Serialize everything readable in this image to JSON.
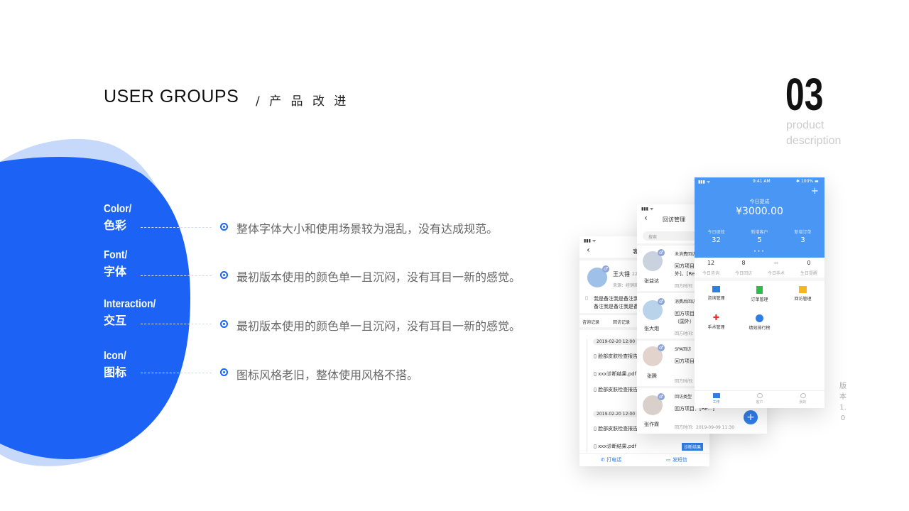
{
  "header": {
    "title": "USER GROUPS",
    "subtitle": "/ 产 品 改 进",
    "number": "03",
    "tag_line1": "product",
    "tag_line2": "description"
  },
  "colors": {
    "accent": "#1c63f5",
    "accent_light": "#c7d9fb",
    "app_blue": "#4a96f5"
  },
  "categories": [
    {
      "en": "Color/",
      "zh": "色彩",
      "desc": "整体字体大小和使用场景较为混乱，没有达成规范。"
    },
    {
      "en": "Font/",
      "zh": "字体",
      "desc": "最初版本使用的颜色单一且沉闷，没有耳目一新的感觉。"
    },
    {
      "en": "Interaction/",
      "zh": "交互",
      "desc": "最初版本使用的颜色单一且沉闷，没有耳目一新的感觉。"
    },
    {
      "en": "Icon/",
      "zh": "图标",
      "desc": "图标风格老旧，整体使用风格不搭。"
    }
  ],
  "version": [
    "版",
    "本",
    "1.",
    "0"
  ],
  "phone1": {
    "title": "客",
    "name": "王大锤",
    "age": "22",
    "source": "来源：经销商",
    "note1": "我是备注我是备注我",
    "note2": "备注我是备注我是备",
    "tabs": [
      "咨询记录",
      "回访记录"
    ],
    "groups": [
      {
        "date": "2019-02-20 12:00",
        "items": [
          "脸部皮肤检查报告",
          "xxx诊断结果.pdf",
          "脸部皮肤检查报告"
        ]
      },
      {
        "date": "2019-02-20 12:00",
        "items": [
          "脸部皮肤检查报告",
          "xxx诊断结果.pdf"
        ]
      }
    ],
    "diag_button": "诊断结果",
    "call": "打电话",
    "sms": "发短信"
  },
  "phone2": {
    "title": "回访管理",
    "search_placeholder": "搜索",
    "cards": [
      {
        "name": "张益达",
        "type": "未消费回访",
        "l1": "回方项目",
        "l2": "外]、[Re",
        "time": "回方时间："
      },
      {
        "name": "张大炮",
        "type": "消费后回访",
        "l1": "回方项目",
        "l2": "（国外）",
        "time": "回方时间："
      },
      {
        "name": "张腾",
        "type": "SPA回访",
        "l1": "回方项目",
        "l2": "",
        "time": "回方时间："
      },
      {
        "name": "张作霖",
        "type": "回访类型",
        "l1": "回方项目：[Re...]",
        "l2": "",
        "time": "回方时间：2019-09-09 11:30"
      }
    ],
    "fab": "+"
  },
  "phone3": {
    "status_time": "9:41 AM",
    "battery": "100%",
    "today_label": "今日提成",
    "today_amount": "¥3000.00",
    "stats": [
      {
        "label": "今日绩效",
        "value": "32"
      },
      {
        "label": "新增客户",
        "value": "5"
      },
      {
        "label": "新增订单",
        "value": "3"
      }
    ],
    "counts": [
      {
        "value": "12",
        "label": "今日咨询"
      },
      {
        "value": "8",
        "label": "今日回访"
      },
      {
        "value": "--",
        "label": "今日手术"
      },
      {
        "value": "0",
        "label": "生日提醒"
      }
    ],
    "grid": [
      {
        "label": "咨询管理",
        "icon": "chat-icon",
        "color": "#2f7ee8"
      },
      {
        "label": "订单管理",
        "icon": "document-icon",
        "color": "#2dbb4c"
      },
      {
        "label": "回访管理",
        "icon": "calendar-icon",
        "color": "#f5b622"
      },
      {
        "label": "手术管理",
        "icon": "medical-cross-icon",
        "color": "#ee2b2b"
      },
      {
        "label": "绩效排行榜",
        "icon": "pie-chart-icon",
        "color": "#2f7ee8"
      }
    ],
    "nav": [
      "工作",
      "客户",
      "我的"
    ]
  }
}
